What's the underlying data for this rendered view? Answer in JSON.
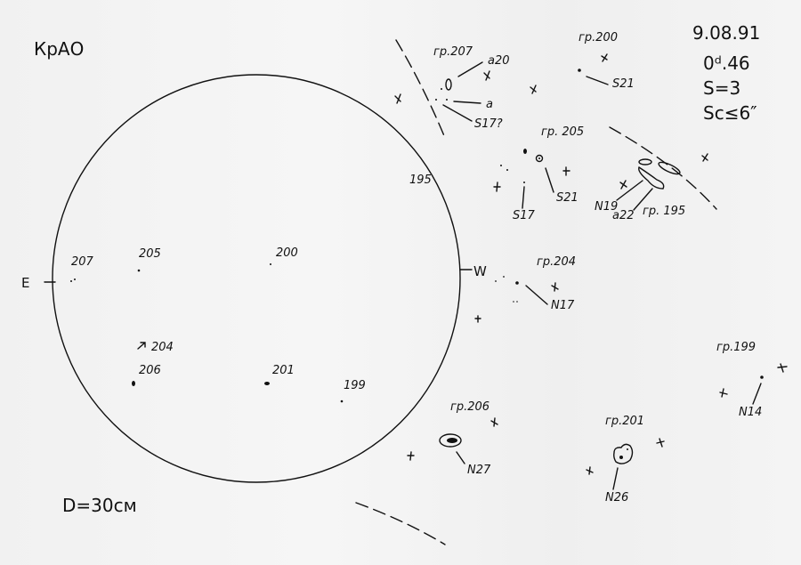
{
  "observatory": "КрАО",
  "header": {
    "date": "9.08.91",
    "time": "0ᵈ.46",
    "seeing": "S=3",
    "scale": "Sc≤6″"
  },
  "diameter": "D=30см",
  "directions": {
    "east": "E",
    "west": "W"
  },
  "disk_labels": [
    "207",
    "205",
    "200",
    "204",
    "206",
    "201",
    "199",
    "195"
  ],
  "groups": {
    "g207": {
      "title": "гр.207",
      "notes": [
        "a20",
        "a",
        "S17?"
      ]
    },
    "g200": {
      "title": "гр.200",
      "notes": [
        "S21"
      ]
    },
    "g205": {
      "title": "гр. 205",
      "notes": [
        "S21",
        "S17"
      ]
    },
    "g195": {
      "title": "гр. 195",
      "notes": [
        "N19",
        "a22"
      ]
    },
    "g204": {
      "title": "гр.204",
      "notes": [
        "N17"
      ]
    },
    "g206": {
      "title": "гр.206",
      "notes": [
        "N27"
      ]
    },
    "g201": {
      "title": "гр.201",
      "notes": [
        "N26"
      ]
    },
    "g199": {
      "title": "гр.199",
      "notes": [
        "N14"
      ]
    }
  }
}
